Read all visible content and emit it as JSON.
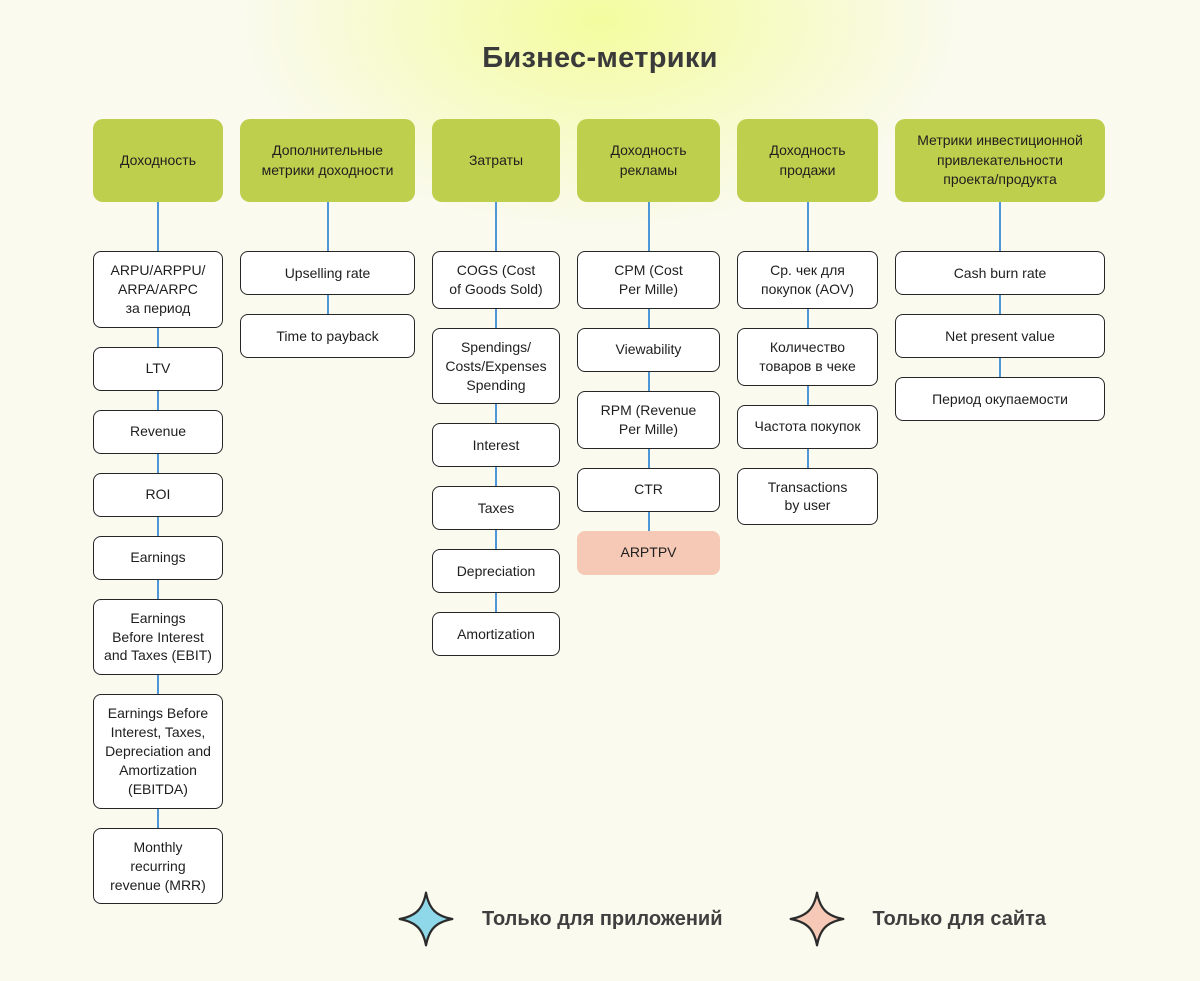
{
  "title": "Бизнес-метрики",
  "colors": {
    "header_bg": "#becf4d",
    "connector": "#4d96d7",
    "site_highlight": "#f6c9b6",
    "app_star": "#8ed8ea",
    "site_star": "#f6c9b6"
  },
  "columns": [
    {
      "header": "Доходность",
      "items": [
        {
          "label": "ARPU/ARPPU/\nARPA/ARPC\nза период"
        },
        {
          "label": "LTV"
        },
        {
          "label": "Revenue"
        },
        {
          "label": "ROI"
        },
        {
          "label": "Earnings"
        },
        {
          "label": "Earnings\nBefore Interest\nand Taxes (EBIT)"
        },
        {
          "label": "Earnings Before\nInterest, Taxes,\nDepreciation and\nAmortization\n(EBITDA)"
        },
        {
          "label": "Monthly\nrecurring\nrevenue (MRR)"
        }
      ]
    },
    {
      "header": "Дополнительные\nметрики доходности",
      "items": [
        {
          "label": "Upselling rate"
        },
        {
          "label": "Time to payback"
        }
      ]
    },
    {
      "header": "Затраты",
      "items": [
        {
          "label": "COGS (Cost\nof Goods Sold)"
        },
        {
          "label": "Spendings/\nCosts/Expenses\nSpending"
        },
        {
          "label": "Interest"
        },
        {
          "label": "Taxes"
        },
        {
          "label": "Depreciation"
        },
        {
          "label": "Amortization"
        }
      ]
    },
    {
      "header": "Доходность\nрекламы",
      "items": [
        {
          "label": "CPM (Cost\nPer Mille)"
        },
        {
          "label": "Viewability"
        },
        {
          "label": "RPM (Revenue\nPer Mille)"
        },
        {
          "label": "CTR"
        },
        {
          "label": "ARPTPV",
          "tag": "site"
        }
      ]
    },
    {
      "header": "Доходность\nпродажи",
      "items": [
        {
          "label": "Ср. чек для\nпокупок (AOV)"
        },
        {
          "label": "Количество\nтоваров в чеке"
        },
        {
          "label": "Частота покупок"
        },
        {
          "label": "Transactions\nby user"
        }
      ]
    },
    {
      "header": "Метрики инвестиционной\nпривлекательности\nпроекта/продукта",
      "items": [
        {
          "label": "Cash burn rate"
        },
        {
          "label": "Net present value"
        },
        {
          "label": "Период окупаемости"
        }
      ]
    }
  ],
  "legend": [
    {
      "icon": "app-star-icon",
      "color": "#8ed8ea",
      "label": "Только для приложений"
    },
    {
      "icon": "site-star-icon",
      "color": "#f6c9b6",
      "label": "Только для сайта"
    }
  ]
}
